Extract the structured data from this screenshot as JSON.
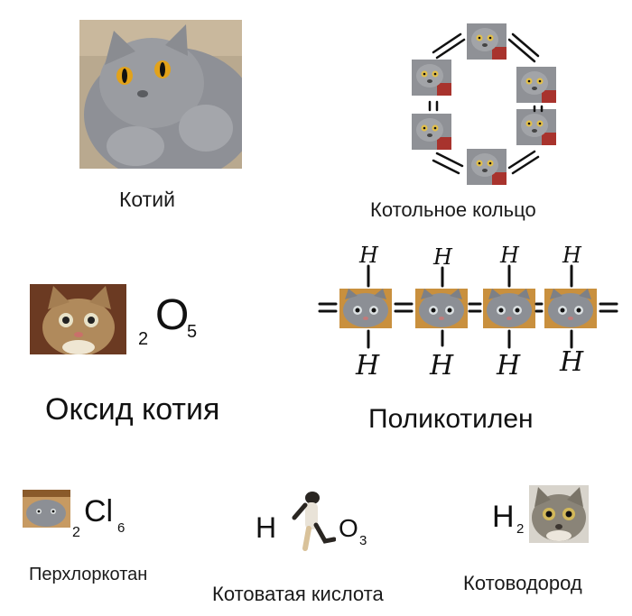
{
  "tiles": {
    "kotiy": {
      "caption": "Котий"
    },
    "ring": {
      "caption": "Котольное кольцо"
    },
    "oxide": {
      "caption": "Оксид котия",
      "sub1": "2",
      "element": "O",
      "sub2": "5"
    },
    "poly": {
      "caption": "Поликотилен",
      "h": "H",
      "dots_left": "=..",
      "dots_right": "=.."
    },
    "perchlor": {
      "caption": "Перхлоркотан",
      "sub1": "2",
      "element": "Cl",
      "sub2": "6"
    },
    "acid": {
      "caption": "Котоватая кислота",
      "h": "H",
      "element": "O",
      "sub": "3"
    },
    "hydrogen": {
      "caption": "Котоводород",
      "h": "H",
      "sub": "2"
    }
  },
  "colors": {
    "fur_gray": "#8e9096",
    "fur_tabby": "#b08a5c",
    "background": "#ffffff"
  }
}
